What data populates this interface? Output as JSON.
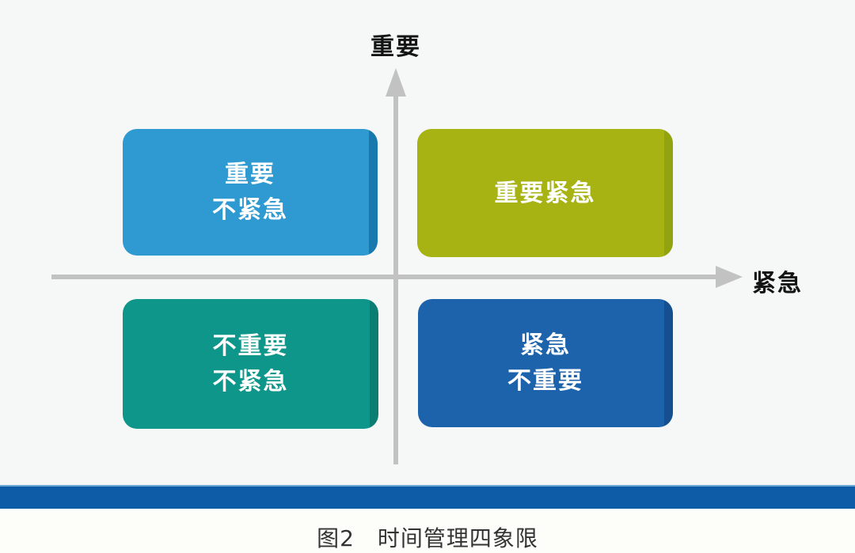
{
  "figure": {
    "y_axis_label": "重要",
    "x_axis_label": "紧急",
    "quadrants": [
      {
        "name": "important-not-urgent",
        "line1": "重要",
        "line2": "不紧急"
      },
      {
        "name": "important-urgent",
        "line1": "重要紧急",
        "line2": ""
      },
      {
        "name": "not-important-not-urgent",
        "line1": "不重要",
        "line2": "不紧急"
      },
      {
        "name": "urgent-not-important",
        "line1": "紧急",
        "line2": "不重要"
      }
    ],
    "caption": "图2　时间管理四象限"
  },
  "colors": {
    "bg": "#f6f7f7",
    "bg-footer": "#fdfdfa",
    "axis": "#c2c2c2",
    "label-text": "#141414",
    "caption-text": "#333333",
    "quad-text": "#ffffff",
    "q1": "#2e9ad1",
    "q1-edge": "#1779ae",
    "q2": "#a6b312",
    "q2-edge": "#92a30f",
    "q3": "#0f968a",
    "q3-edge": "#0b7d73",
    "q4": "#1c63ac",
    "q4-edge": "#154f90",
    "bar": "#0e5ca7",
    "bar-top": "#6ea9d6"
  }
}
